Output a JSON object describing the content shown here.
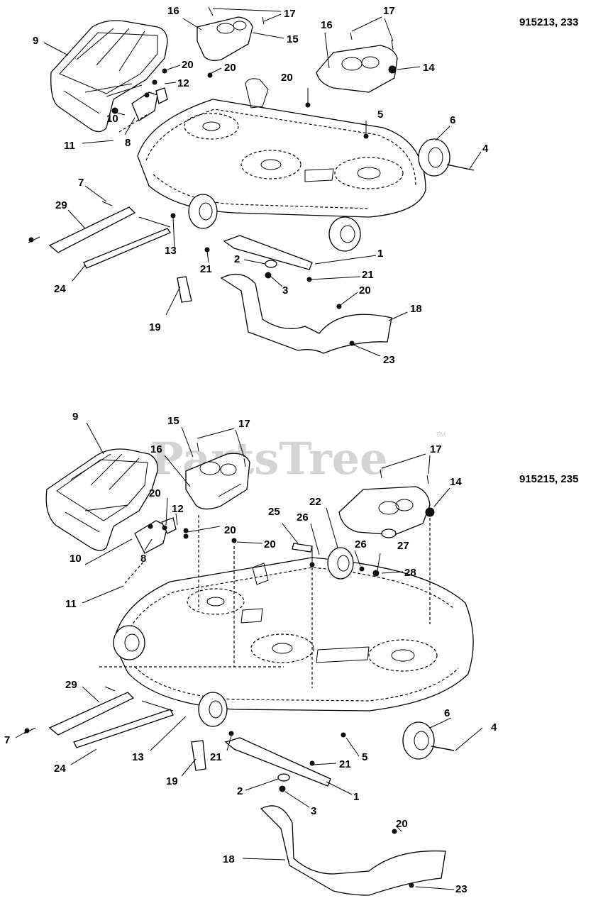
{
  "watermark": {
    "brand": "PartsTree",
    "trademark": "TM"
  },
  "models": {
    "upper": "915213, 233",
    "lower": "915215, 235"
  },
  "upper_callouts": {
    "c1": "1",
    "c2": "2",
    "c3": "3",
    "c4": "4",
    "c5": "5",
    "c6": "6",
    "c7": "7",
    "c8": "8",
    "c9": "9",
    "c10": "10",
    "c11": "11",
    "c12": "12",
    "c13": "13",
    "c14": "14",
    "c15": "15",
    "c16a": "16",
    "c16b": "16",
    "c17a": "17",
    "c17b": "17",
    "c18": "18",
    "c19": "19",
    "c20a": "20",
    "c20b": "20",
    "c20c": "20",
    "c20d": "20",
    "c21a": "21",
    "c21b": "21",
    "c23": "23",
    "c24": "24",
    "c29": "29"
  },
  "lower_callouts": {
    "c1": "1",
    "c2": "2",
    "c3": "3",
    "c4": "4",
    "c5": "5",
    "c6": "6",
    "c7": "7",
    "c8": "8",
    "c9": "9",
    "c10": "10",
    "c11": "11",
    "c12": "12",
    "c13": "13",
    "c14": "14",
    "c15": "15",
    "c16": "16",
    "c17a": "17",
    "c17b": "17",
    "c18": "18",
    "c19": "19",
    "c20a": "20",
    "c20b": "20",
    "c20c": "20",
    "c20d": "20",
    "c21a": "21",
    "c21b": "21",
    "c22": "22",
    "c23": "23",
    "c24": "24",
    "c25": "25",
    "c26a": "26",
    "c26b": "26",
    "c27": "27",
    "c28": "28",
    "c29": "29"
  }
}
